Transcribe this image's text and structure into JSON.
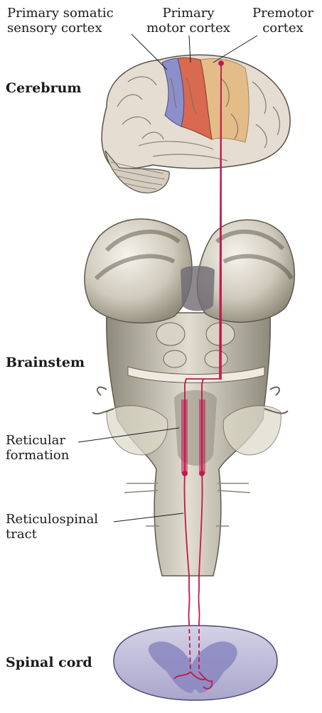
{
  "labels": {
    "sensory_1": "Primary somatic",
    "sensory_2": "sensory cortex",
    "motor_1": "Primary",
    "motor_2": "motor cortex",
    "premotor_1": "Premotor",
    "premotor_2": "cortex",
    "cerebrum": "Cerebrum",
    "brainstem": "Brainstem",
    "reticular_1": "Reticular",
    "reticular_2": "formation",
    "reticulospinal_1": "Reticulospinal",
    "reticulospinal_2": "tract",
    "spinal_cord": "Spinal cord"
  },
  "colors": {
    "sensory_cortex": "#8c8fc9",
    "motor_cortex": "#d9694f",
    "premotor_cortex": "#e3b77c",
    "pathway": "#c2184b",
    "brain_tissue": "#e5ddd2",
    "brainstem_tissue": "#c9c4b4",
    "spinal_gray": "#8a86bf"
  }
}
